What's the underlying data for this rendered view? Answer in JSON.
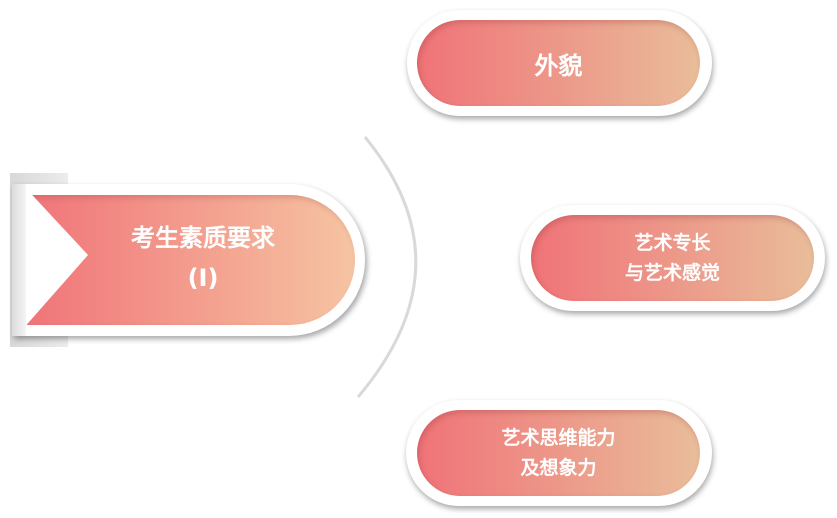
{
  "main_topic": {
    "line1": "考生素质要求",
    "line2": "(I)"
  },
  "items": [
    {
      "lines": [
        "外貌"
      ]
    },
    {
      "lines": [
        "艺术专长",
        "与艺术感觉"
      ]
    },
    {
      "lines": [
        "艺术思维能力",
        "及想象力"
      ]
    }
  ],
  "colors": {
    "gradient_start": "#f07378",
    "gradient_end": "#f6c4a2",
    "arc": "#d9d9d9"
  }
}
